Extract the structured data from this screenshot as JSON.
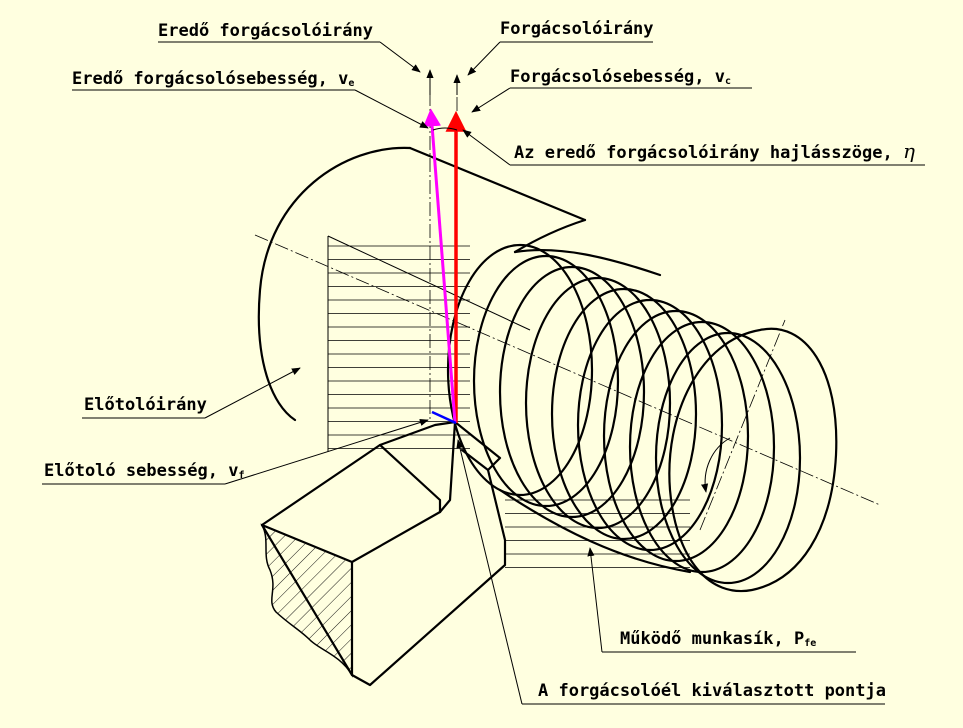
{
  "labels": {
    "resultant_direction": "Eredő forgácsolóirány",
    "cutting_direction": "Forgácsolóirány",
    "resultant_speed": "Eredő forgácsolósebesség, v",
    "resultant_speed_sub": "e",
    "cutting_speed": "Forgácsolósebesség, v",
    "cutting_speed_sub": "c",
    "angle_label": "Az eredő forgácsolóirány hajlásszöge, ",
    "angle_symbol": "η",
    "feed_direction": "Előtolóirány",
    "feed_speed": "Előtoló sebesség, v",
    "feed_speed_sub": "f",
    "working_plane": "Működő munkasík, P",
    "working_plane_sub": "fe",
    "selected_point": "A forgácsolóél kiválasztott pontja"
  },
  "colors": {
    "background": "#ffffe0",
    "cutting_speed_vector": "#ff0000",
    "resultant_speed_vector": "#ff00ff",
    "feed_speed_vector": "#0000ff",
    "lines": "#000000"
  }
}
